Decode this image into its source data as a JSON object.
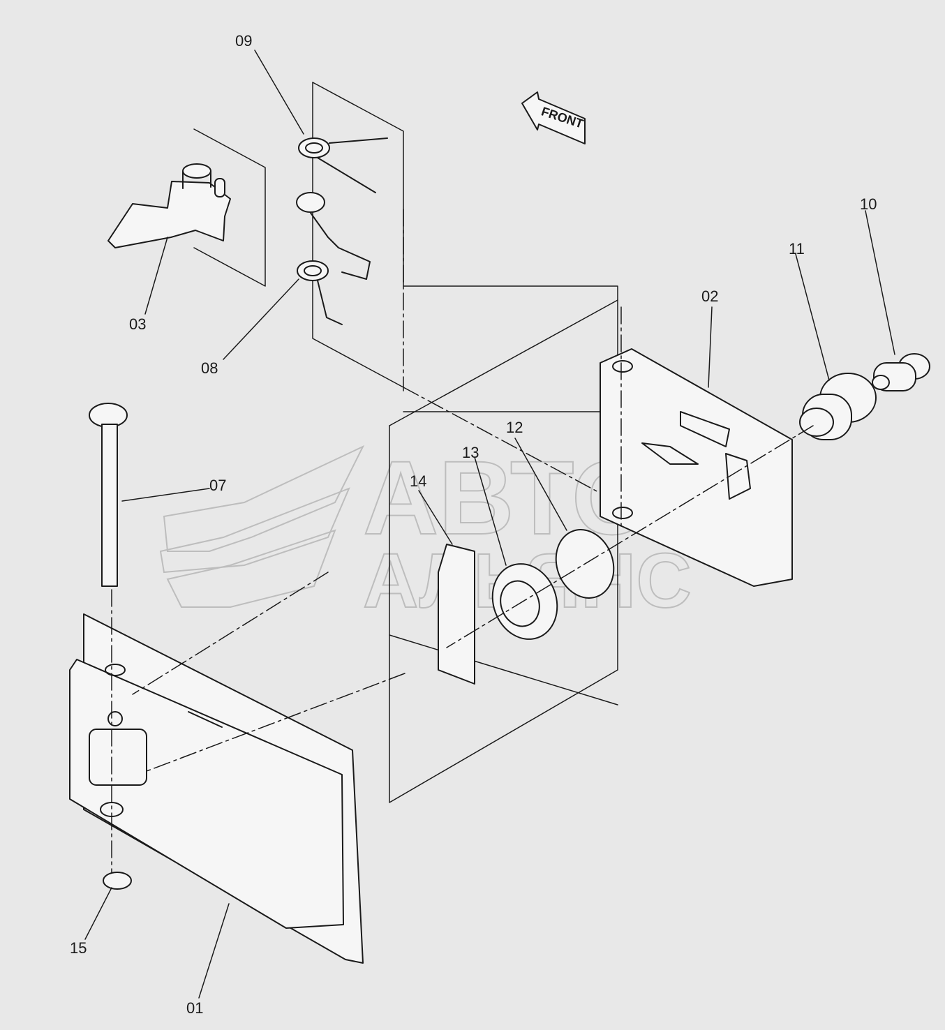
{
  "labels": {
    "p01": "01",
    "p02": "02",
    "p03": "03",
    "p07": "07",
    "p08": "08",
    "p09": "09",
    "p10": "10",
    "p11": "11",
    "p12": "12",
    "p13": "13",
    "p14": "14",
    "p15": "15"
  },
  "front_label": "FRONT",
  "watermark": {
    "line1": "АВТО",
    "line2": "АЛЬЯНС"
  },
  "colors": {
    "background": "#e8e8e8",
    "line": "#1a1a1a",
    "watermark": "#bdbdbd"
  }
}
